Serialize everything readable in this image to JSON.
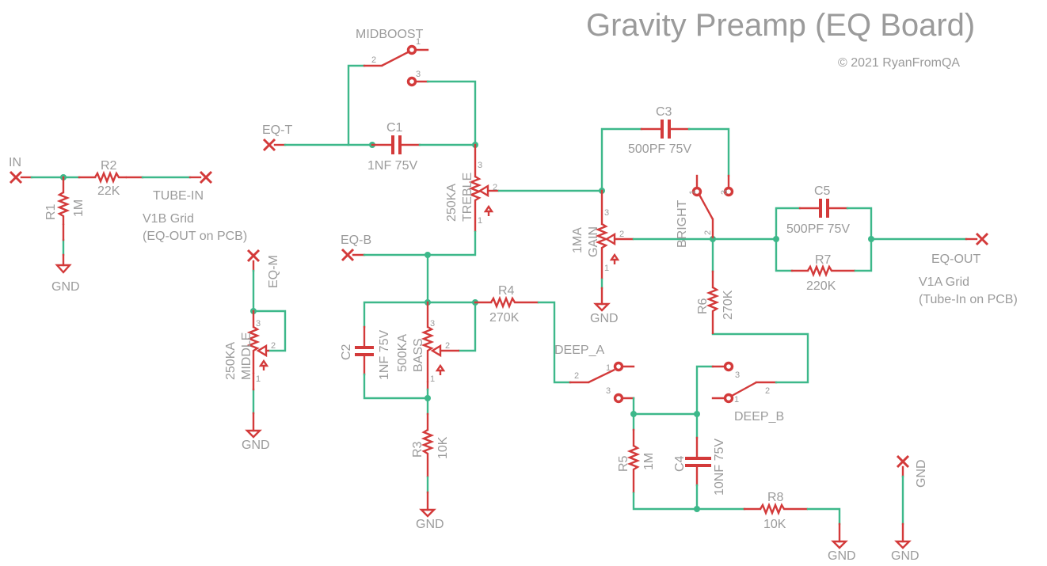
{
  "title": "Gravity Preamp (EQ Board)",
  "copyright": "© 2021 RyanFromQA",
  "colors": {
    "wire": "#3db88a",
    "component": "#d33a3a",
    "text": "#9b9b9b",
    "background": "#ffffff"
  },
  "nets": {
    "in": "IN",
    "tube_in": "TUBE-IN",
    "eq_t": "EQ-T",
    "eq_b": "EQ-B",
    "eq_m": "EQ-M",
    "eq_out": "EQ-OUT",
    "gnd_net": "GND"
  },
  "notes": {
    "tube_in_1": "V1B Grid",
    "tube_in_2": "(EQ-OUT on PCB)",
    "eq_out_1": "V1A Grid",
    "eq_out_2": "(Tube-In on PCB)"
  },
  "gnd": "GND",
  "resistors": {
    "r1": {
      "name": "R1",
      "value": "1M"
    },
    "r2": {
      "name": "R2",
      "value": "22K"
    },
    "r3": {
      "name": "R3",
      "value": "10K"
    },
    "r4": {
      "name": "R4",
      "value": "270K"
    },
    "r5": {
      "name": "R5",
      "value": "1M"
    },
    "r6": {
      "name": "R6",
      "value": "270K"
    },
    "r7": {
      "name": "R7",
      "value": "220K"
    },
    "r8": {
      "name": "R8",
      "value": "10K"
    }
  },
  "capacitors": {
    "c1": {
      "name": "C1",
      "value": "1NF 75V"
    },
    "c2": {
      "name": "C2",
      "value": "1NF 75V"
    },
    "c3": {
      "name": "C3",
      "value": "500PF 75V"
    },
    "c4": {
      "name": "C4",
      "value": "10NF 75V"
    },
    "c5": {
      "name": "C5",
      "value": "500PF 75V"
    }
  },
  "pots": {
    "treble": {
      "name": "TREBLE",
      "value": "250KA"
    },
    "middle": {
      "name": "MIDDLE",
      "value": "250KA"
    },
    "bass": {
      "name": "BASS",
      "value": "500KA"
    },
    "gain": {
      "name": "GAIN",
      "value": "1MA"
    }
  },
  "switches": {
    "midboost": "MIDBOOST",
    "bright": "BRIGHT",
    "deep_a": "DEEP_A",
    "deep_b": "DEEP_B"
  },
  "pins": {
    "p1": "1",
    "p2": "2",
    "p3": "3"
  }
}
